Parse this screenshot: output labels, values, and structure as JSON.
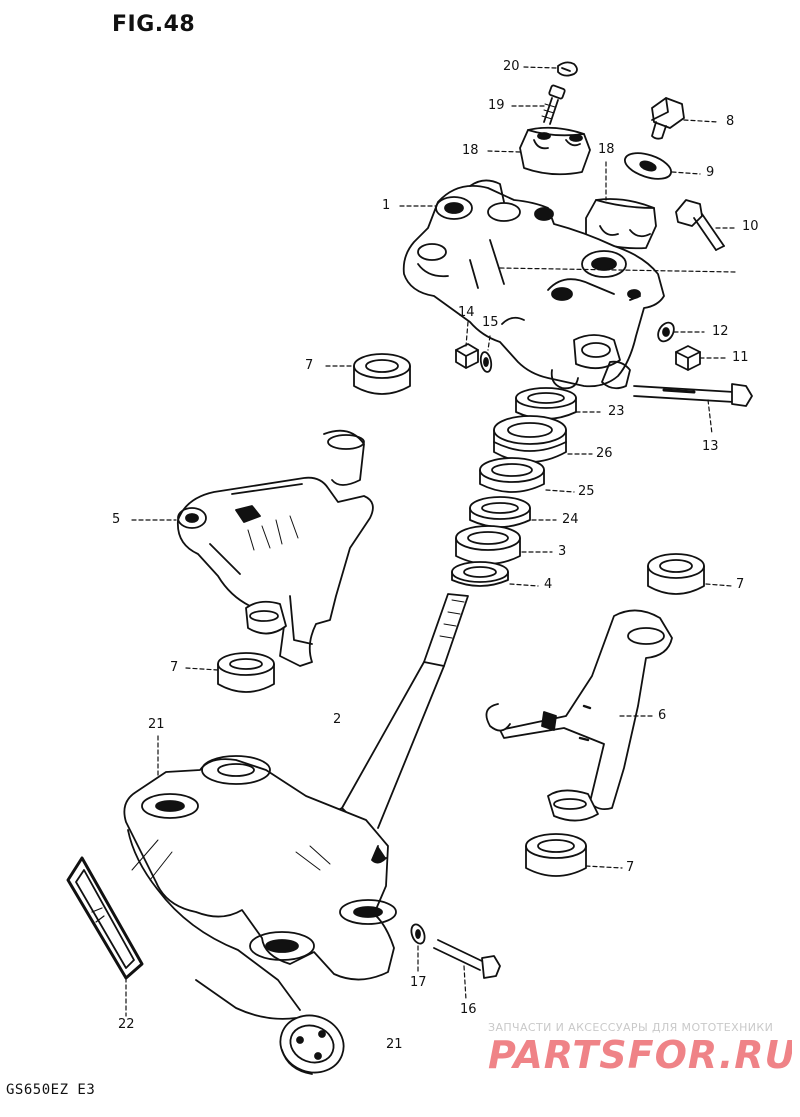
{
  "figure": {
    "title": "FIG.48",
    "model_code": "GS650EZ E3"
  },
  "callouts": [
    {
      "id": "20",
      "text": "20"
    },
    {
      "id": "19",
      "text": "19"
    },
    {
      "id": "8",
      "text": "8"
    },
    {
      "id": "18a",
      "text": "18"
    },
    {
      "id": "18b",
      "text": "18"
    },
    {
      "id": "9",
      "text": "9"
    },
    {
      "id": "1",
      "text": "1"
    },
    {
      "id": "10",
      "text": "10"
    },
    {
      "id": "14",
      "text": "14"
    },
    {
      "id": "15",
      "text": "15"
    },
    {
      "id": "12",
      "text": "12"
    },
    {
      "id": "7a",
      "text": "7"
    },
    {
      "id": "11",
      "text": "11"
    },
    {
      "id": "23",
      "text": "23"
    },
    {
      "id": "13",
      "text": "13"
    },
    {
      "id": "26",
      "text": "26"
    },
    {
      "id": "25",
      "text": "25"
    },
    {
      "id": "5",
      "text": "5"
    },
    {
      "id": "24",
      "text": "24"
    },
    {
      "id": "3",
      "text": "3"
    },
    {
      "id": "4",
      "text": "4"
    },
    {
      "id": "7b",
      "text": "7"
    },
    {
      "id": "7c",
      "text": "7"
    },
    {
      "id": "6",
      "text": "6"
    },
    {
      "id": "21a",
      "text": "21"
    },
    {
      "id": "2",
      "text": "2"
    },
    {
      "id": "7d",
      "text": "7"
    },
    {
      "id": "17",
      "text": "17"
    },
    {
      "id": "16",
      "text": "16"
    },
    {
      "id": "22",
      "text": "22"
    },
    {
      "id": "21b",
      "text": "21"
    }
  ],
  "watermark": {
    "tagline": "ЗАПЧАСТИ И АКСЕССУАРЫ ДЛЯ МОТОТЕХНИКИ",
    "logo_text": "PARTSFOR.RU",
    "logo_color": "#e21e26"
  }
}
